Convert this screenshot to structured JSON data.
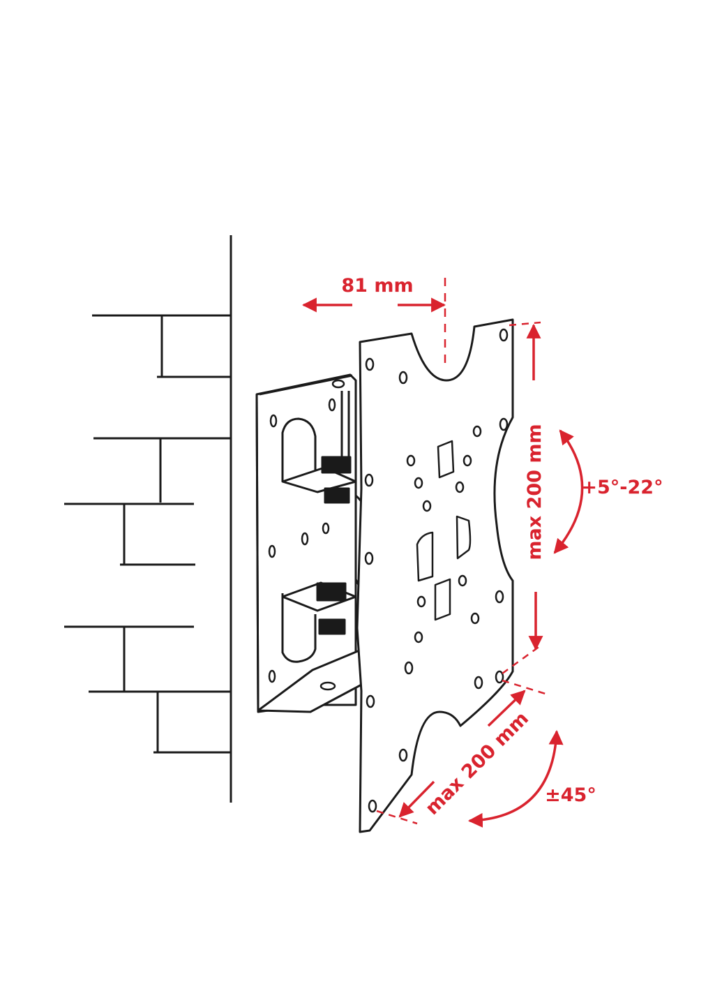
{
  "colors": {
    "line": "#1a1a1a",
    "accent": "#d9232e",
    "background": "#ffffff"
  },
  "labels": {
    "depth": "81 mm",
    "vertical_spacing": "max 200 mm",
    "tilt": "+5°-22°",
    "horizontal_spacing": "max 200 mm",
    "swivel": "±45°"
  }
}
